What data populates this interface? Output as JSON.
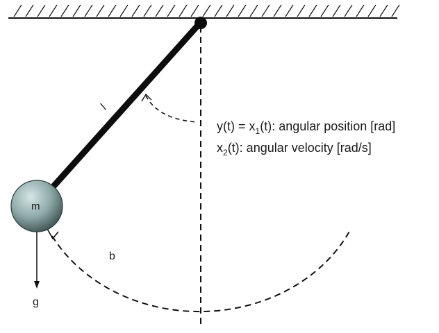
{
  "labels": {
    "length": "l",
    "mass": "m",
    "damping": "b",
    "gravity": "g"
  },
  "equations": {
    "line1": {
      "pre": "y(t) = x",
      "sub": "1",
      "post": "(t): angular position [rad]"
    },
    "line2": {
      "pre": "x",
      "sub": "2",
      "post": "(t): angular velocity [rad/s]"
    }
  },
  "colors": {
    "rod": "#0d0d0d",
    "line": "#111111",
    "bob_highlight": "#d6e6e6",
    "bob_mid": "#8fa9a9",
    "bob_shadow": "#3f5555"
  }
}
